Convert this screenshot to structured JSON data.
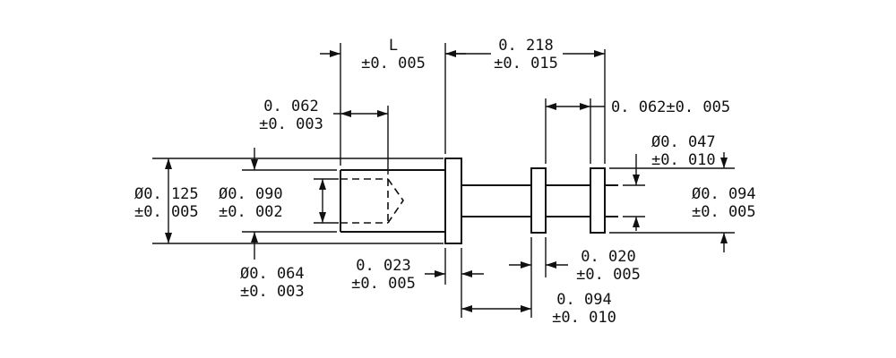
{
  "drawing": {
    "dims": {
      "l_label": "L",
      "l_tol": "±0. 005",
      "d0218": "0. 218",
      "d0218_tol": "±0. 015",
      "d0062a": "0. 062",
      "d0062a_tol": "±0. 003",
      "d0062b": "0. 062±0. 005",
      "dia0047": "Ø0. 047",
      "dia0047_tol": "±0. 010",
      "dia0125": "Ø0. 125",
      "dia0125_tol": "±0. 005",
      "dia0090": "Ø0. 090",
      "dia0090_tol": "±0. 002",
      "dia0094": "Ø0. 094",
      "dia0094_tol": "±0. 005",
      "dia0064": "Ø0. 064",
      "dia0064_tol": "±0. 003",
      "d0023": "0. 023",
      "d0023_tol": "±0. 005",
      "d0020": "0. 020",
      "d0020_tol": "±0. 005",
      "d0094": "0. 094",
      "d0094_tol": "±0. 010"
    }
  }
}
